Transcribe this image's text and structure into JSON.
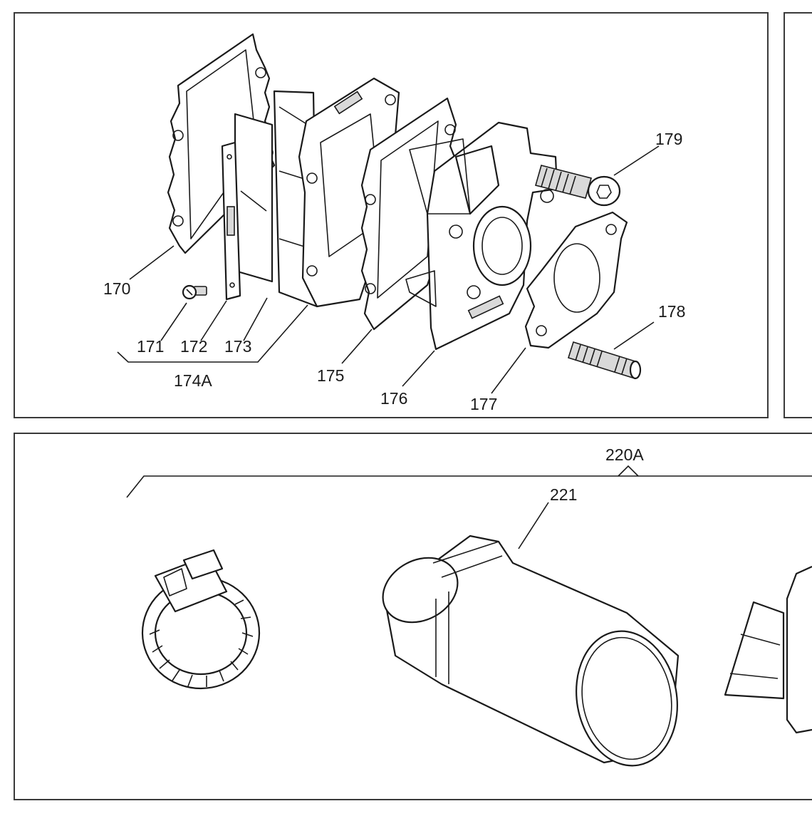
{
  "panels": {
    "top": {
      "callouts": {
        "p170": "170",
        "p171": "171",
        "p172": "172",
        "p173": "173",
        "p174a": "174A",
        "p175": "175",
        "p176": "176",
        "p177": "177",
        "p178": "178",
        "p179": "179"
      }
    },
    "bottom": {
      "callouts": {
        "p220a": "220A",
        "p221": "221"
      }
    }
  }
}
